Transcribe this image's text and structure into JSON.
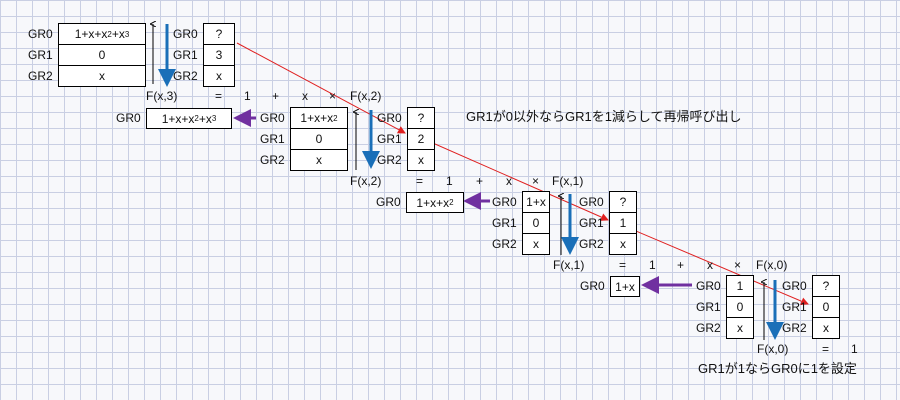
{
  "reg_labels": {
    "gr0": "GR0",
    "gr1": "GR1",
    "gr2": "GR2"
  },
  "level0": {
    "gr0": "1+x+x²+x³",
    "gr1": "0",
    "gr2": "x",
    "out_gr0": "?",
    "out_gr1": "3",
    "out_gr2": "x"
  },
  "level1": {
    "gr0": "1+x+x²",
    "gr1": "0",
    "gr2": "x",
    "out_gr0": "?",
    "out_gr1": "2",
    "out_gr2": "x"
  },
  "level2": {
    "gr0": "1+x",
    "gr1": "0",
    "gr2": "x",
    "out_gr0": "?",
    "out_gr1": "1",
    "out_gr2": "x"
  },
  "level3": {
    "gr0": "1",
    "gr1": "0",
    "gr2": "x",
    "out_gr0": "?",
    "out_gr1": "0",
    "out_gr2": "x"
  },
  "eq1": {
    "lhs": "F(x,3)",
    "eq": "=",
    "one": "1",
    "plus": "+",
    "x": "x",
    "times": "×",
    "rhs": "F(x,2)"
  },
  "eq2": {
    "lhs": "F(x,2)",
    "eq": "=",
    "one": "1",
    "plus": "+",
    "x": "x",
    "times": "×",
    "rhs": "F(x,1)"
  },
  "eq3": {
    "lhs": "F(x,1)",
    "eq": "=",
    "one": "1",
    "plus": "+",
    "x": "x",
    "times": "×",
    "rhs": "F(x,0)"
  },
  "eq4": {
    "lhs": "F(x,0)",
    "eq": "=",
    "one": "1"
  },
  "results": {
    "r1": "1+x+x²+x³",
    "r2": "1+x+x²",
    "r3": "1+x"
  },
  "notes": {
    "recurse": "GR1が0以外ならGR1を1減らして再帰呼び出し",
    "base": "GR1が1ならGR0に1を設定"
  },
  "colors": {
    "red_arrow": "#e02020",
    "blue_arrow": "#1a6fb8",
    "purple_arrow": "#7030a0"
  }
}
